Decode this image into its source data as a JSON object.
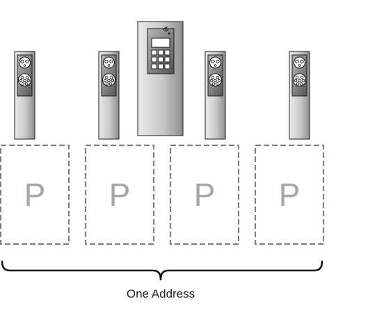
{
  "parking_spaces": [
    {
      "label": "P"
    },
    {
      "label": "P"
    },
    {
      "label": "P"
    },
    {
      "label": "P"
    }
  ],
  "brace_label": "One Address",
  "chargers": [
    {
      "kind": "post-charger",
      "sockets": 2
    },
    {
      "kind": "post-charger",
      "sockets": 2
    },
    {
      "kind": "payment-terminal",
      "keypad_keys": 9,
      "icon": "wireless-icon"
    },
    {
      "kind": "post-charger",
      "sockets": 2
    },
    {
      "kind": "post-charger",
      "sockets": 2
    }
  ],
  "colors": {
    "housing_gradient_light": "#ebebeb",
    "housing_gradient_dark": "#8e8e8e",
    "outline": "#1a1a1a",
    "parking_border": "#7f7f7f",
    "parking_letter": "#a6a6a6",
    "brace": "#111111"
  }
}
